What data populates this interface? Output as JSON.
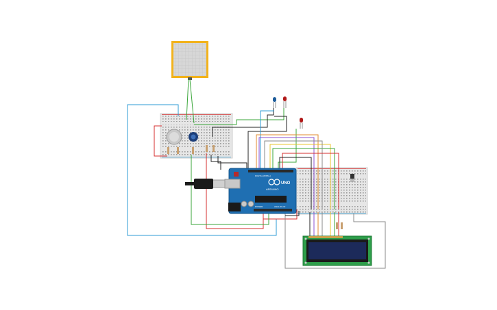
{
  "board": {
    "label_uno": "UNO",
    "label_arduino": "ARDUINO",
    "label_digital": "DIGITAL (PWM~)",
    "label_power": "POWER",
    "label_analog": "ANALOG IN"
  },
  "colors": {
    "background": "#ffffff",
    "arduino_board": "#1f6fb2",
    "breadboard": "#e6e6e6",
    "lcd_pcb": "#2e9e4a",
    "lcd_screen": "#1c2a5a",
    "sensor_frame": "#f2b21b",
    "wire_blue": "#2c9bd4",
    "wire_red": "#d62c2c",
    "wire_green": "#3aa63a",
    "wire_black": "#222222",
    "wire_gray": "#8a8a8a",
    "wire_orange": "#e08a2c",
    "wire_yellow": "#e8c62c",
    "wire_purple": "#8a4fd0",
    "led_red": "#b01818",
    "led_blue": "#1d5c9a"
  },
  "components": [
    {
      "name": "arduino-uno",
      "kind": "microcontroller"
    },
    {
      "name": "left-breadboard",
      "kind": "breadboard"
    },
    {
      "name": "right-breadboard",
      "kind": "breadboard"
    },
    {
      "name": "lcd-16x2",
      "kind": "display"
    },
    {
      "name": "gas-sensor",
      "kind": "sensor"
    },
    {
      "name": "potentiometer",
      "kind": "potentiometer"
    },
    {
      "name": "force-sensor",
      "kind": "sensor"
    },
    {
      "name": "blue-led",
      "kind": "led"
    },
    {
      "name": "red-led-1",
      "kind": "led"
    },
    {
      "name": "red-led-2",
      "kind": "led"
    },
    {
      "name": "temperature-sensor",
      "kind": "sensor"
    }
  ]
}
